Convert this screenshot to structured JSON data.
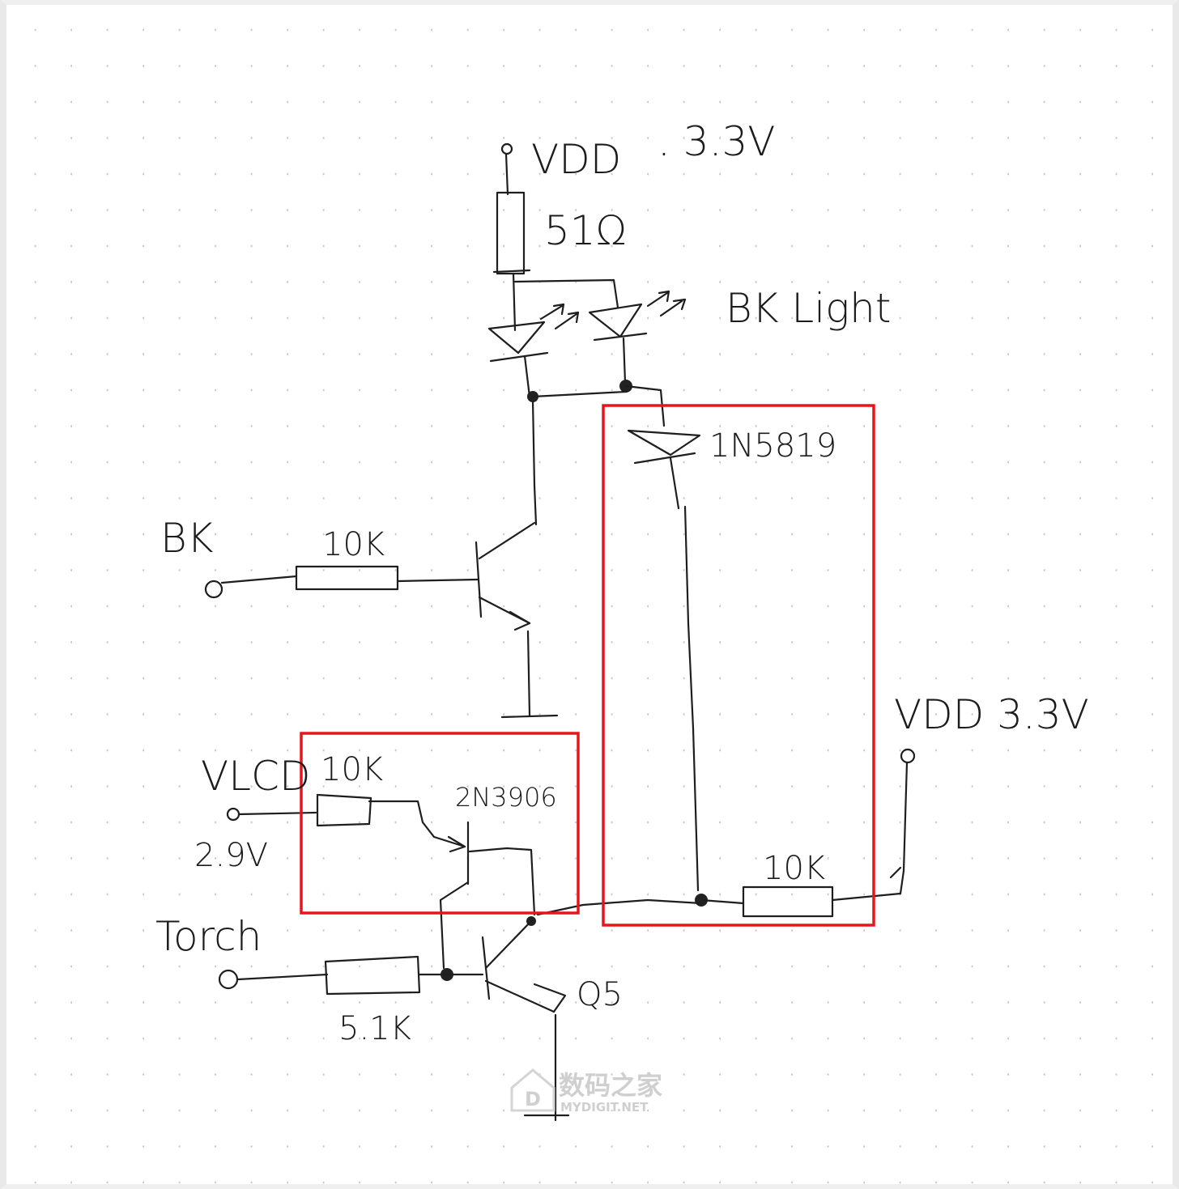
{
  "labels": {
    "vdd_top": "VDD",
    "vdd_top_value": ". 3.3V",
    "r_top": "51Ω",
    "bk_light": "BK Light",
    "diode": "1N5819",
    "bk": "BK",
    "r_bk": "10K",
    "vdd_right": "VDD 3.3V",
    "vlcd": "VLCD",
    "vlcd_value": "2.9V",
    "r_vlcd": "10K",
    "pnp": "2N3906",
    "r_right": "10K",
    "torch": "Torch",
    "r_torch": "5.1K",
    "q5": "Q5"
  },
  "watermark": {
    "cn": "数码之家",
    "en": "MYDIGIT.NET",
    "icon": "house-d-logo-icon"
  },
  "colors": {
    "ink": "#1e1e1e",
    "highlight": "#e4161b",
    "dots": "#c8c8c8"
  }
}
